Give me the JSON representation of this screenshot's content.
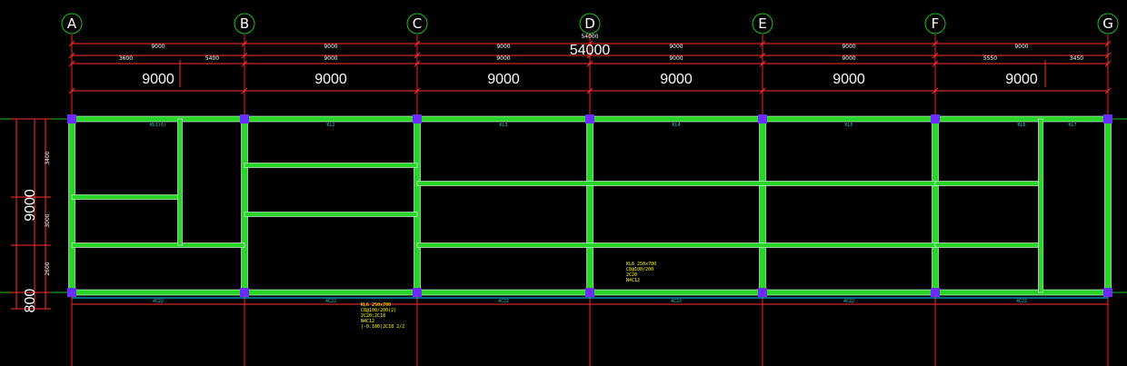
{
  "colors": {
    "background": "#000000",
    "axis": "#ff2020",
    "dimension": "#ff3030",
    "beam": "#28d628",
    "beam_edge": "#ffffff",
    "column": "#6a2cff",
    "bubble": "#20c020",
    "text": "#ffffff",
    "note": "#00d0d0",
    "highlight": "#ffff00"
  },
  "grid": {
    "axes": [
      "A",
      "B",
      "C",
      "D",
      "E",
      "F",
      "G"
    ]
  },
  "dimensions": {
    "total": "54000",
    "total_small": "54000",
    "bays": [
      "9000",
      "9000",
      "9000",
      "9000",
      "9000",
      "9000"
    ],
    "bays_small_row1": [
      "9000",
      "9000",
      "9000",
      "9000",
      "9000",
      "9000"
    ],
    "bays_small_row2": [
      [
        "3600",
        "5400"
      ],
      [
        "9000"
      ],
      [
        "9000"
      ],
      [
        "9000"
      ],
      [
        "9000"
      ],
      [
        "5550",
        "3450"
      ]
    ],
    "vertical_total": "9000",
    "vertical_cantilever": "800",
    "vertical_small": [
      "3400",
      "3000",
      "2600"
    ]
  },
  "notes": {
    "beam_top": [
      "KL1(6)",
      "KL2",
      "KL3",
      "KL4",
      "KL5",
      "KL6",
      "KL7"
    ],
    "beam_bottom": [
      "4C22",
      "4C22",
      "4C22",
      "4C22",
      "4C22",
      "4C22"
    ],
    "yellow_block_1": [
      "KL6 250x700",
      "C8@100/200(2)",
      "2C20;2C18",
      "N4C12",
      "(-0.100)2C18 2/2"
    ],
    "yellow_block_2": [
      "KL6 250x700",
      "C8@100/200",
      "2C20",
      "N4C12"
    ]
  }
}
